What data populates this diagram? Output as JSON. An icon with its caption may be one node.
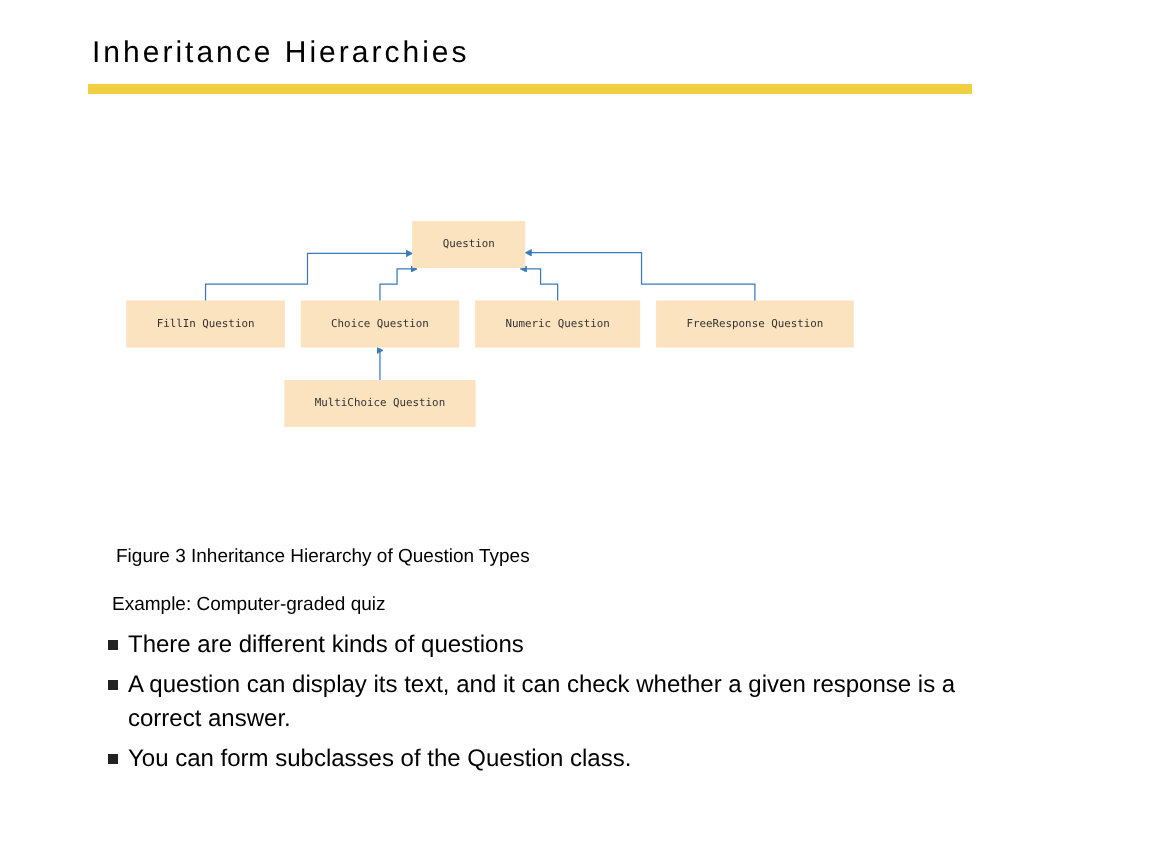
{
  "diagram": {
    "title": "Inheritance Hierarchies",
    "caption": "Figure 3 Inheritance Hierarchy of Question Types",
    "nodes": [
      {
        "text": [
          "Question"
        ]
      },
      {
        "text": [
          "FillIn Question"
        ]
      },
      {
        "text": [
          "Choice Question"
        ]
      },
      {
        "text": [
          "Numeric Question"
        ]
      },
      {
        "text": [
          "FreeResponse Question"
        ]
      },
      {
        "text": [
          "MultiChoice Question"
        ]
      }
    ],
    "edges": [
      {
        "from": 1,
        "to": 0,
        "arrow": "to"
      },
      {
        "from": 2,
        "to": 0,
        "arrow": "to"
      },
      {
        "from": 3,
        "to": 0,
        "arrow": "to"
      },
      {
        "from": 4,
        "to": 0,
        "arrow": "to"
      },
      {
        "from": 5,
        "to": 2,
        "arrow": "to"
      }
    ],
    "labels": [
      "Example: Computer-graded quiz",
      "There are different kinds of questions",
      "A question can display its text, and it can check whether a given response is a correct answer.",
      "You can form subclasses of the Question class."
    ]
  }
}
